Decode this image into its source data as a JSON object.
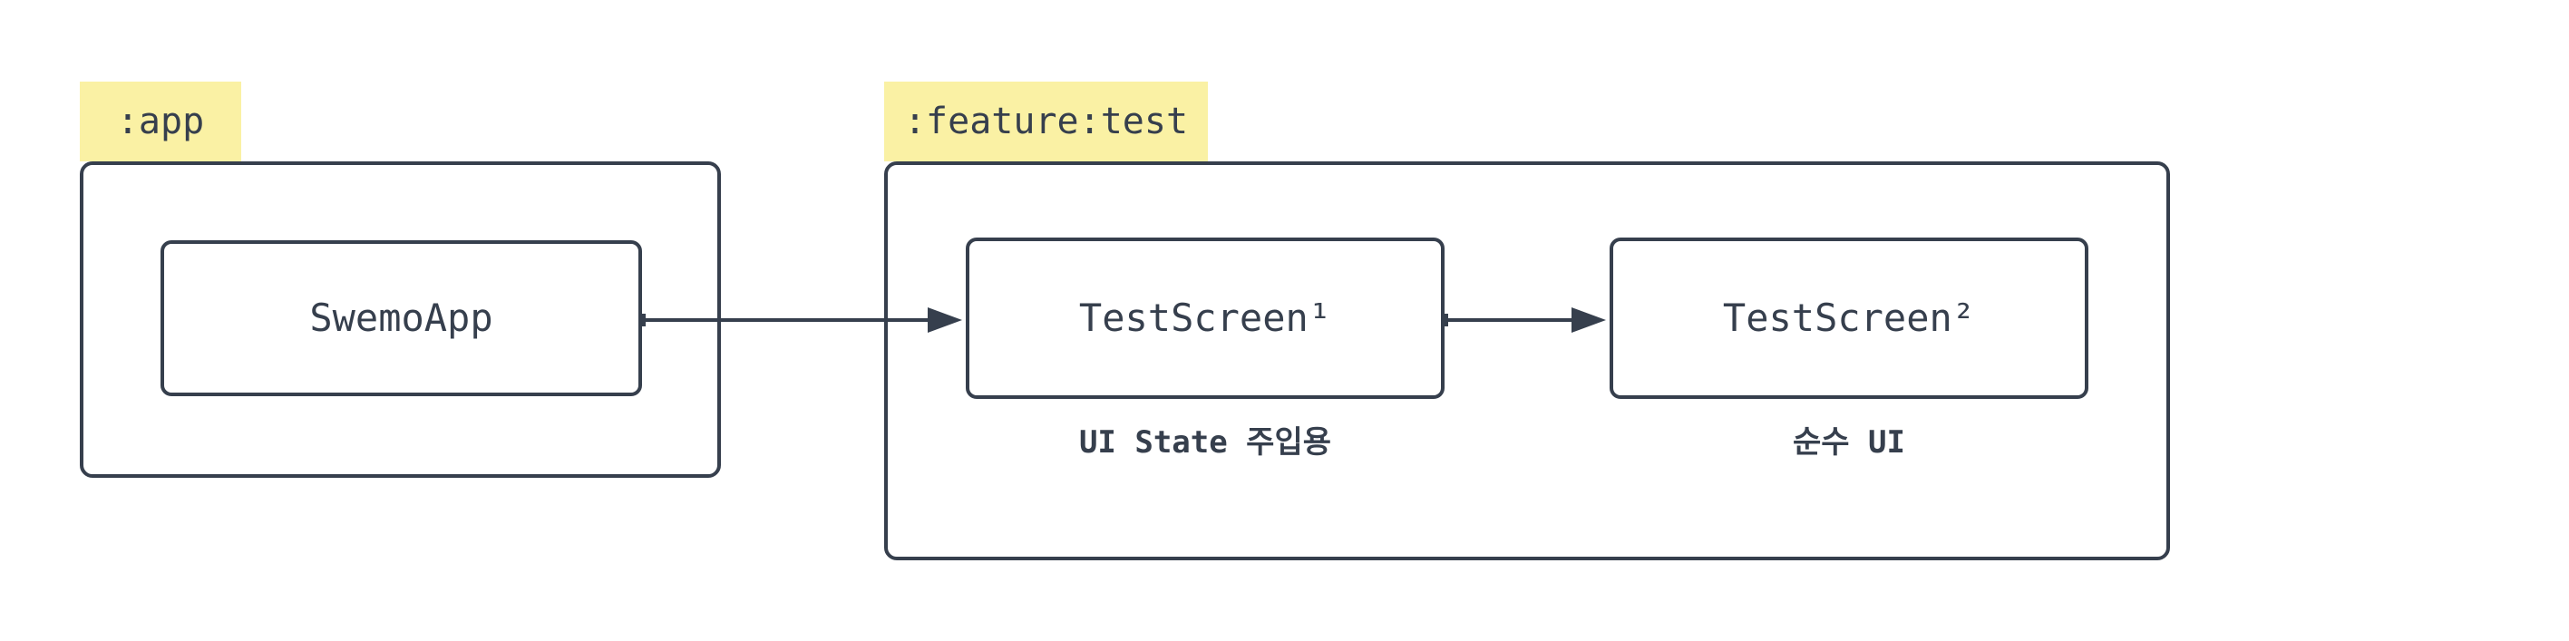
{
  "diagram": {
    "type": "module-dependency-graph",
    "background_color": "#ffffff",
    "stroke_color": "#363f4d",
    "text_color": "#363f4d",
    "highlight_color": "#faf1a4",
    "modules": [
      {
        "id": "app",
        "label": ":app",
        "nodes": [
          {
            "id": "swemoapp",
            "label": "SwemoApp",
            "caption": ""
          }
        ]
      },
      {
        "id": "feature-test",
        "label": ":feature:test",
        "nodes": [
          {
            "id": "testscreen1",
            "label": "TestScreen¹",
            "caption": "UI State 주입용"
          },
          {
            "id": "testscreen2",
            "label": "TestScreen²",
            "caption": "순수 UI"
          }
        ]
      }
    ],
    "edges": [
      {
        "from": "SwemoApp",
        "to": "TestScreen¹"
      },
      {
        "from": "TestScreen¹",
        "to": "TestScreen²"
      }
    ]
  }
}
